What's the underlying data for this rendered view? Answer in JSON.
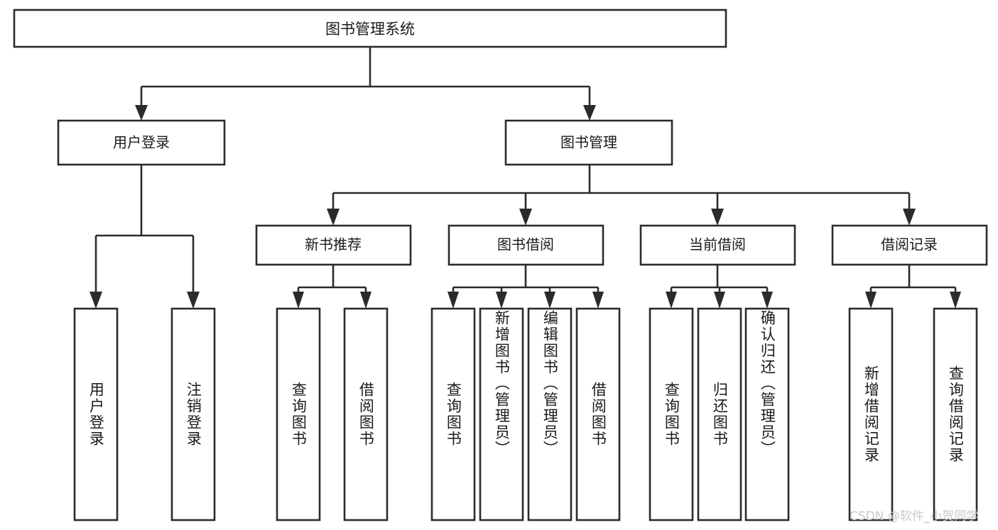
{
  "diagram": {
    "title": "图书管理系统",
    "watermark": "CSDN @软件_小贺同学",
    "colors": {
      "stroke": "#2b2b2b",
      "box_fill": "#ffffff",
      "text": "#1a1a1a",
      "background": "#ffffff",
      "watermark": "#c9c9c9"
    },
    "root": {
      "label": "图书管理系统"
    },
    "level1": [
      {
        "label": "用户登录"
      },
      {
        "label": "图书管理"
      }
    ],
    "level2": [
      {
        "label": "新书推荐"
      },
      {
        "label": "图书借阅"
      },
      {
        "label": "当前借阅"
      },
      {
        "label": "借阅记录"
      }
    ],
    "leaves": {
      "user_login": [
        {
          "label": "用户登录"
        },
        {
          "label": "注销登录"
        }
      ],
      "new_book_recommend": [
        {
          "label": "查询图书"
        },
        {
          "label": "借阅图书"
        }
      ],
      "book_borrow": [
        {
          "label": "查询图书"
        },
        {
          "label": "新增图书（管理员）"
        },
        {
          "label": "编辑图书（管理员）"
        },
        {
          "label": "借阅图书"
        }
      ],
      "current_borrow": [
        {
          "label": "查询图书"
        },
        {
          "label": "归还图书"
        },
        {
          "label": "确认归还（管理员）"
        }
      ],
      "borrow_record": [
        {
          "label": "新增借阅记录"
        },
        {
          "label": "查询借阅记录"
        }
      ]
    }
  }
}
